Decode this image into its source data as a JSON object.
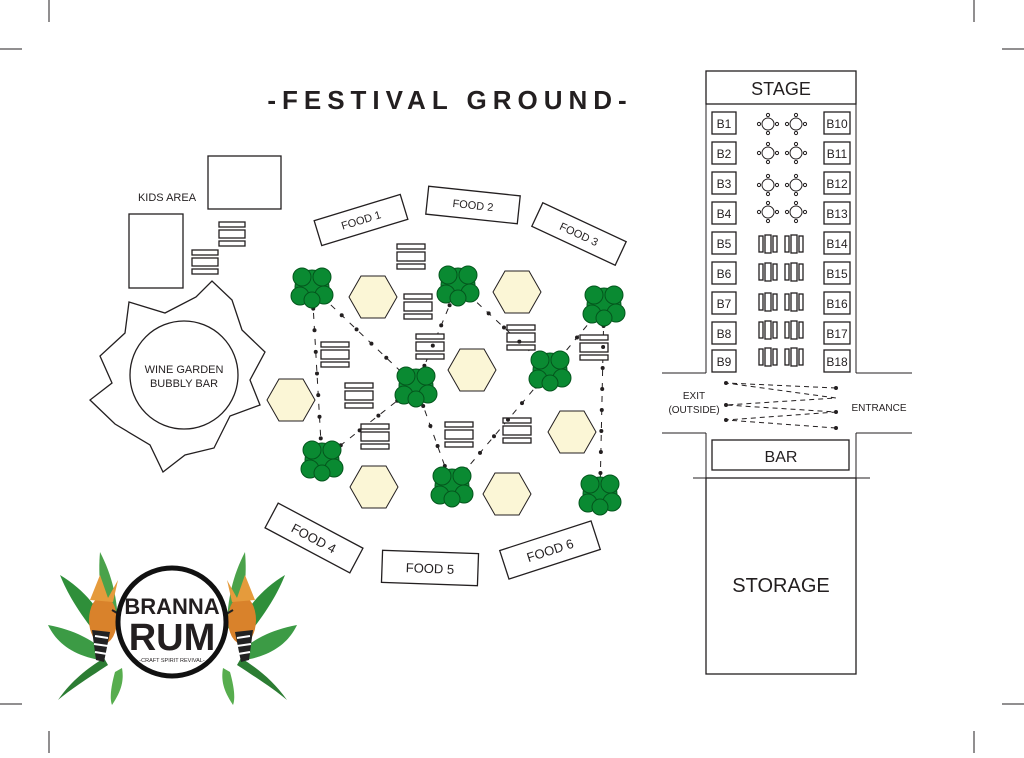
{
  "title": "-FESTIVAL GROUND-",
  "zones": {
    "kids_area": "KIDS AREA",
    "wine_garden_line1": "WINE GARDEN",
    "wine_garden_line2": "BUBBLY BAR",
    "stage": "STAGE",
    "bar": "BAR",
    "storage": "STORAGE",
    "exit_line1": "EXIT",
    "exit_line2": "(OUTSIDE)",
    "entrance": "ENTRANCE"
  },
  "food_stalls": [
    "FOOD 1",
    "FOOD 2",
    "FOOD 3",
    "FOOD 4",
    "FOOD 5",
    "FOOD 6"
  ],
  "booths_left": [
    "B1",
    "B2",
    "B3",
    "B4",
    "B5",
    "B6",
    "B7",
    "B8",
    "B9"
  ],
  "booths_right": [
    "B10",
    "B11",
    "B12",
    "B13",
    "B14",
    "B15",
    "B16",
    "B17",
    "B18"
  ],
  "logo": {
    "line1": "BRANNA",
    "line2": "RUM",
    "tagline": "-CRAFT SPIRIT REVIVAL-"
  },
  "colors": {
    "tree": "#0a8a32",
    "hexagon": "#fbf6d6",
    "ink": "#231f20"
  }
}
